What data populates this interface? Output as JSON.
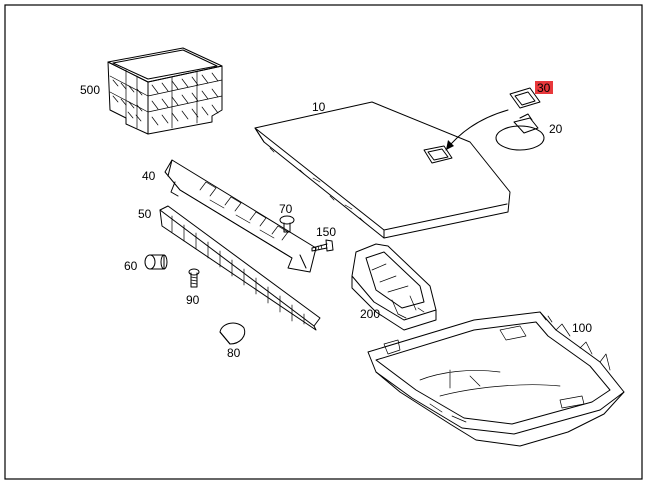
{
  "diagram": {
    "parts": [
      {
        "id": "p500",
        "label": "500",
        "name": "storage crate"
      },
      {
        "id": "p10",
        "label": "10",
        "name": "floor panel"
      },
      {
        "id": "p30",
        "label": "30",
        "name": "handle cover",
        "highlight_color": "#e8383b"
      },
      {
        "id": "p20",
        "label": "20",
        "name": "pull handle"
      },
      {
        "id": "p40",
        "label": "40",
        "name": "cross member"
      },
      {
        "id": "p50",
        "label": "50",
        "name": "trim strip"
      },
      {
        "id": "p70",
        "label": "70",
        "name": "clip"
      },
      {
        "id": "p150",
        "label": "150",
        "name": "screw"
      },
      {
        "id": "p60",
        "label": "60",
        "name": "bolt"
      },
      {
        "id": "p90",
        "label": "90",
        "name": "bolt"
      },
      {
        "id": "p80",
        "label": "80",
        "name": "cap"
      },
      {
        "id": "p200",
        "label": "200",
        "name": "side tray"
      },
      {
        "id": "p100",
        "label": "100",
        "name": "floor tub"
      }
    ],
    "colors": {
      "line": "#000000",
      "background": "#ffffff",
      "highlight": "#e8383b"
    }
  }
}
